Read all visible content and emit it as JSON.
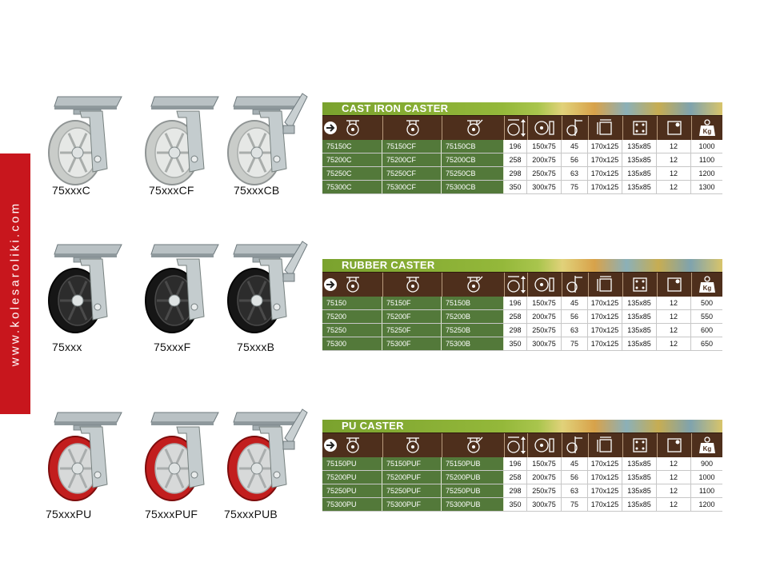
{
  "brand": {
    "website": "www.kolesaroliki.com"
  },
  "icons": [
    "swivel-caster-icon",
    "fixed-caster-icon",
    "brake-caster-icon",
    "load-height-icon",
    "wheel-size-icon",
    "swivel-radius-icon",
    "top-plate-size-icon",
    "bolt-hole-spacing-icon",
    "bolt-hole-diameter-icon",
    "weight-capacity-icon"
  ],
  "weight_icon_text": "Kg",
  "colors": {
    "sidebar": "#c8161d",
    "header_row": "#4e2f1c",
    "code_cells": "#53793a",
    "banner": "#8db33a"
  },
  "sections": [
    {
      "title": "CAST IRON CASTER",
      "wheel": "iron",
      "labels": [
        "75xxxC",
        "75xxxCF",
        "75xxxCB"
      ],
      "rows": [
        [
          "75150C",
          "75150CF",
          "75150CB",
          "196",
          "150x75",
          "45",
          "170x125",
          "135x85",
          "12",
          "1000"
        ],
        [
          "75200C",
          "75200CF",
          "75200CB",
          "258",
          "200x75",
          "56",
          "170x125",
          "135x85",
          "12",
          "1100"
        ],
        [
          "75250C",
          "75250CF",
          "75250CB",
          "298",
          "250x75",
          "63",
          "170x125",
          "135x85",
          "12",
          "1200"
        ],
        [
          "75300C",
          "75300CF",
          "75300CB",
          "350",
          "300x75",
          "75",
          "170x125",
          "135x85",
          "12",
          "1300"
        ]
      ]
    },
    {
      "title": "RUBBER CASTER",
      "wheel": "rubber",
      "labels": [
        "75xxx",
        "75xxxF",
        "75xxxB"
      ],
      "rows": [
        [
          "75150",
          "75150F",
          "75150B",
          "196",
          "150x75",
          "45",
          "170x125",
          "135x85",
          "12",
          "500"
        ],
        [
          "75200",
          "75200F",
          "75200B",
          "258",
          "200x75",
          "56",
          "170x125",
          "135x85",
          "12",
          "550"
        ],
        [
          "75250",
          "75250F",
          "75250B",
          "298",
          "250x75",
          "63",
          "170x125",
          "135x85",
          "12",
          "600"
        ],
        [
          "75300",
          "75300F",
          "75300B",
          "350",
          "300x75",
          "75",
          "170x125",
          "135x85",
          "12",
          "650"
        ]
      ]
    },
    {
      "title": "PU CASTER",
      "wheel": "pu",
      "labels": [
        "75xxxPU",
        "75xxxPUF",
        "75xxxPUB"
      ],
      "rows": [
        [
          "75150PU",
          "75150PUF",
          "75150PUB",
          "196",
          "150x75",
          "45",
          "170x125",
          "135x85",
          "12",
          "900"
        ],
        [
          "75200PU",
          "75200PUF",
          "75200PUB",
          "258",
          "200x75",
          "56",
          "170x125",
          "135x85",
          "12",
          "1000"
        ],
        [
          "75250PU",
          "75250PUF",
          "75250PUB",
          "298",
          "250x75",
          "63",
          "170x125",
          "135x85",
          "12",
          "1100"
        ],
        [
          "75300PU",
          "75300PUF",
          "75300PUB",
          "350",
          "300x75",
          "75",
          "170x125",
          "135x85",
          "12",
          "1200"
        ]
      ]
    }
  ]
}
